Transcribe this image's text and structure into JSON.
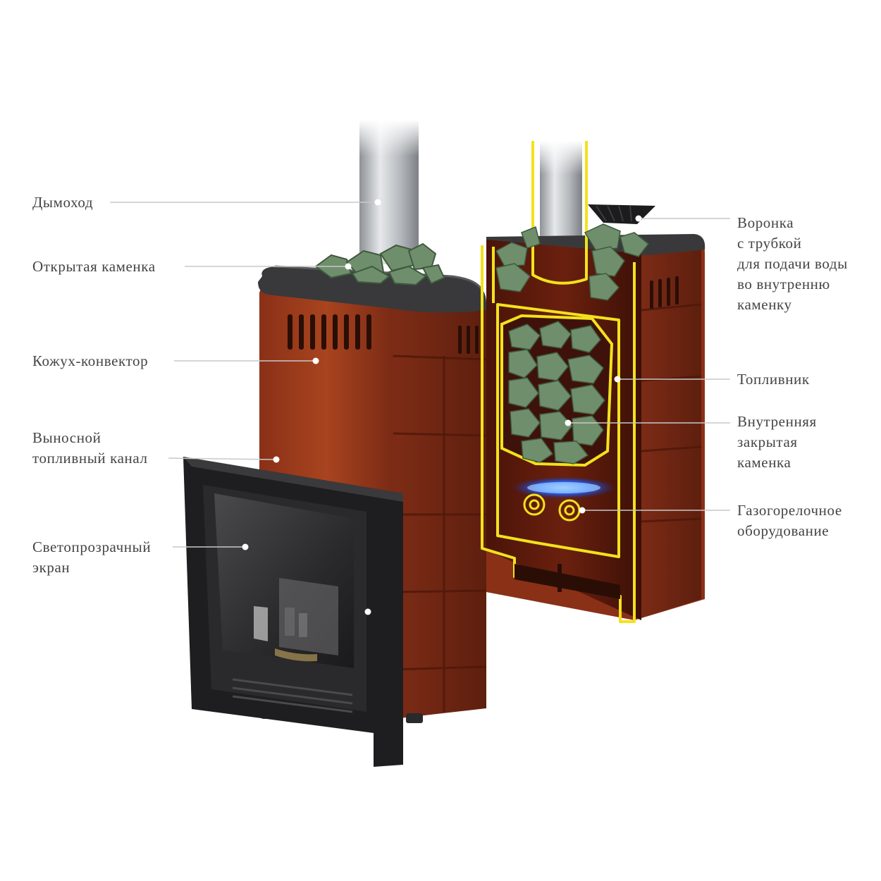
{
  "labels": {
    "chimney": [
      "Дымоход"
    ],
    "open_stones": [
      "Открытая каменка"
    ],
    "casing": [
      "Кожух-конвектор"
    ],
    "fuel_channel": [
      "Выносной",
      "топливный канал"
    ],
    "glass_screen": [
      "Светопрозрачный",
      "экран"
    ],
    "funnel": [
      "Воронка",
      "с трубкой",
      "для подачи воды",
      "во внутренню",
      "каменку"
    ],
    "firebox": [
      "Топливник"
    ],
    "inner_stones": [
      "Внутренняя",
      "закрытая",
      "каменка"
    ],
    "gas_burner": [
      "Газогорелочное",
      "оборудование"
    ]
  },
  "colors": {
    "casing": "#9c3a1f",
    "casing_dark": "#6e2412",
    "top_plate": "#3a3a3c",
    "door": "#1e1e20",
    "stones": "#6f8f6c",
    "outline": "#f2e21c",
    "flame": "#1e5cff",
    "leader": "#c8c8c8",
    "label_text": "#444444"
  }
}
